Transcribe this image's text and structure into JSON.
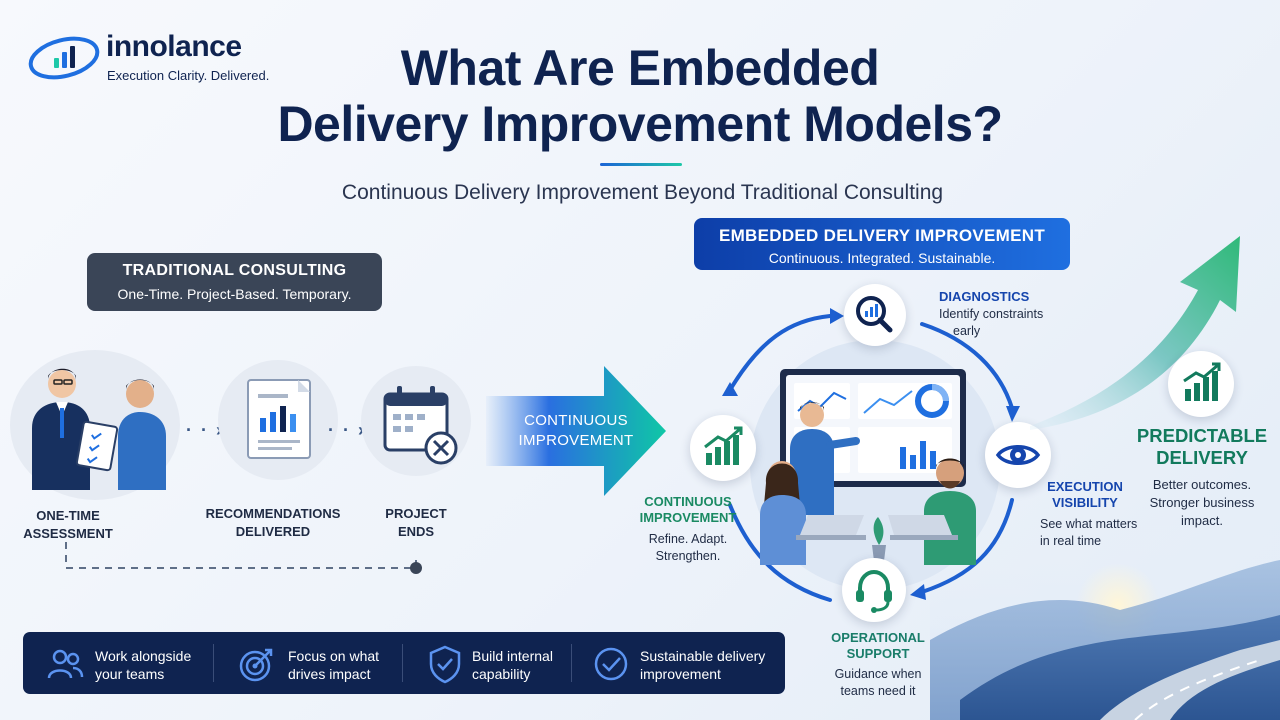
{
  "brand": {
    "name": "innolance",
    "tagline": "Execution Clarity. Delivered."
  },
  "header": {
    "title_line1": "What Are Embedded",
    "title_line2": "Delivery Improvement Models?",
    "subtitle": "Continuous Delivery Improvement Beyond Traditional Consulting"
  },
  "traditional": {
    "title": "TRADITIONAL CONSULTING",
    "subtitle": "One-Time. Project-Based. Temporary.",
    "steps": [
      {
        "line1": "ONE-TIME",
        "line2": "ASSESSMENT",
        "icon": "consultant-icon"
      },
      {
        "line1": "RECOMMENDATIONS",
        "line2": "DELIVERED",
        "icon": "report-icon"
      },
      {
        "line1": "PROJECT",
        "line2": "ENDS",
        "icon": "calendar-x-icon"
      }
    ]
  },
  "transition": {
    "line1": "CONTINUOUS",
    "line2": "IMPROVEMENT"
  },
  "embedded": {
    "title": "EMBEDDED DELIVERY IMPROVEMENT",
    "subtitle": "Continuous. Integrated. Sustainable.",
    "cycle": {
      "diagnostics": {
        "title": "DIAGNOSTICS",
        "line1": "Identify constraints",
        "line2": "early",
        "icon": "magnifier-chart-icon"
      },
      "visibility": {
        "title_line1": "EXECUTION",
        "title_line2": "VISIBILITY",
        "line1": "See what matters",
        "line2": "in real time",
        "icon": "eye-icon"
      },
      "support": {
        "title_line1": "OPERATIONAL",
        "title_line2": "SUPPORT",
        "line1": "Guidance when",
        "line2": "teams need it",
        "icon": "headset-icon"
      },
      "improvement": {
        "title_line1": "CONTINUOUS",
        "title_line2": "IMPROVEMENT",
        "line1": "Refine. Adapt.",
        "line2": "Strengthen.",
        "icon": "bar-chart-up-icon"
      }
    }
  },
  "outcome": {
    "title_line1": "PREDICTABLE",
    "title_line2": "DELIVERY",
    "line1": "Better outcomes.",
    "line2": "Stronger business",
    "line3": "impact.",
    "icon": "growth-chart-icon"
  },
  "features": [
    {
      "line1": "Work alongside",
      "line2": "your teams",
      "icon": "people-icon"
    },
    {
      "line1": "Focus on what",
      "line2": "drives impact",
      "icon": "target-icon"
    },
    {
      "line1": "Build internal",
      "line2": "capability",
      "icon": "shield-check-icon"
    },
    {
      "line1": "Sustainable delivery",
      "line2": "improvement",
      "icon": "check-circle-icon"
    }
  ],
  "colors": {
    "navy": "#0f2350",
    "blue": "#1f6fe0",
    "teal": "#1ec8a8",
    "green": "#127a5d",
    "slate": "#3a4557"
  }
}
